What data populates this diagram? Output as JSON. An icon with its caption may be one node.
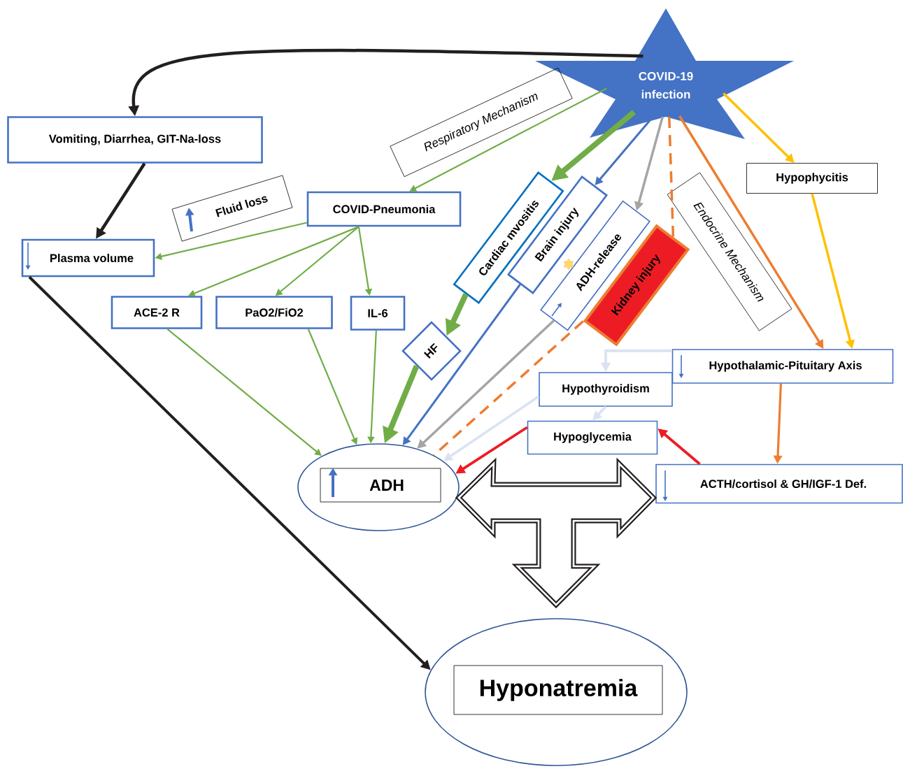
{
  "diagram": {
    "nodes": [
      {
        "text": [
          "COVID-19 infection"
        ]
      },
      {
        "text": [
          "Respiratory Mechanism"
        ]
      },
      {
        "text": [
          "Vomiting, Diarrhea, GIT-Na-loss"
        ]
      },
      {
        "text": [
          "Fluid loss"
        ]
      },
      {
        "text": [
          "COVID-Pneumonia"
        ]
      },
      {
        "text": [
          "Plasma volume"
        ]
      },
      {
        "text": [
          "ACE-2 R"
        ]
      },
      {
        "text": [
          "PaO2/FiO2"
        ]
      },
      {
        "text": [
          "IL-6"
        ]
      },
      {
        "text": [
          "Cardiac mvositis"
        ]
      },
      {
        "text": [
          "Brain injury"
        ]
      },
      {
        "text": [
          "ADH-release"
        ]
      },
      {
        "text": [
          "Kidney injury"
        ]
      },
      {
        "text": [
          "Endocrine Mechanism"
        ]
      },
      {
        "text": [
          "Hypophycitis"
        ]
      },
      {
        "text": [
          "HF"
        ]
      },
      {
        "text": [
          "Hypothalamic-Pituitary Axis"
        ]
      },
      {
        "text": [
          "Hypothyroidism"
        ]
      },
      {
        "text": [
          "Hypoglycemia"
        ]
      },
      {
        "text": [
          "ACTH/cortisol & GH/IGF-1 Def."
        ]
      },
      {
        "text": [
          "ADH"
        ]
      },
      {
        "text": [
          "Hyponatremia"
        ]
      }
    ],
    "edges": [
      {
        "from": 0,
        "to": 2,
        "arrow": "to",
        "color": "#231f20"
      },
      {
        "from": 2,
        "to": 5,
        "arrow": "to",
        "color": "#231f20"
      },
      {
        "from": 5,
        "to": 21,
        "arrow": "to",
        "color": "#231f20"
      },
      {
        "from": 0,
        "to": 4,
        "arrow": "to"
      },
      {
        "from": 4,
        "to": 5,
        "arrow": "to"
      },
      {
        "from": 4,
        "to": 6,
        "arrow": "to"
      },
      {
        "from": 4,
        "to": 7,
        "arrow": "to"
      },
      {
        "from": 4,
        "to": 8,
        "arrow": "to"
      },
      {
        "from": 6,
        "to": 20,
        "arrow": "to"
      },
      {
        "from": 7,
        "to": 20,
        "arrow": "to"
      },
      {
        "from": 8,
        "to": 20,
        "arrow": "to"
      },
      {
        "from": 0,
        "to": 9,
        "arrow": "to",
        "style": "thick"
      },
      {
        "from": 9,
        "to": 15,
        "arrow": "to",
        "style": "thick"
      },
      {
        "from": 15,
        "to": 20,
        "arrow": "to",
        "style": "thick"
      },
      {
        "from": 0,
        "to": 10,
        "arrow": "to",
        "color": "#4472c4"
      },
      {
        "from": 10,
        "to": 20,
        "arrow": "to",
        "color": "#4472c4"
      },
      {
        "from": 0,
        "to": 11,
        "arrow": "to",
        "color": "#a5a5a5"
      },
      {
        "from": 11,
        "to": 20,
        "arrow": "to",
        "color": "#a5a5a5"
      },
      {
        "from": 0,
        "to": 12,
        "arrow": "none",
        "style": "dashed",
        "color": "#ed7d31"
      },
      {
        "from": 12,
        "to": 20,
        "arrow": "none",
        "style": "dashed",
        "color": "#ed7d31"
      },
      {
        "from": 0,
        "to": 16,
        "arrow": "to",
        "color": "#ed7d31"
      },
      {
        "from": 0,
        "to": 14,
        "arrow": "to",
        "color": "#ffc000"
      },
      {
        "from": 14,
        "to": 16,
        "arrow": "to",
        "color": "#ffc000"
      },
      {
        "from": 16,
        "to": 17,
        "arrow": "to",
        "color": "#dae3f3"
      },
      {
        "from": 17,
        "to": 18,
        "arrow": "to",
        "color": "#dae3f3"
      },
      {
        "from": 17,
        "to": 20,
        "arrow": "to",
        "color": "#dae3f3"
      },
      {
        "from": 18,
        "to": 20,
        "arrow": "to",
        "color": "#ed1c24"
      },
      {
        "from": 19,
        "to": 18,
        "arrow": "to",
        "color": "#ed1c24"
      },
      {
        "from": 16,
        "to": 19,
        "arrow": "to",
        "color": "#ed7d31"
      },
      {
        "from": 20,
        "to": 19,
        "arrow": "both",
        "style": "thick",
        "color": "#231f20"
      },
      {
        "from": 20,
        "to": 21,
        "arrow": "both",
        "style": "thick",
        "color": "#231f20"
      }
    ]
  }
}
